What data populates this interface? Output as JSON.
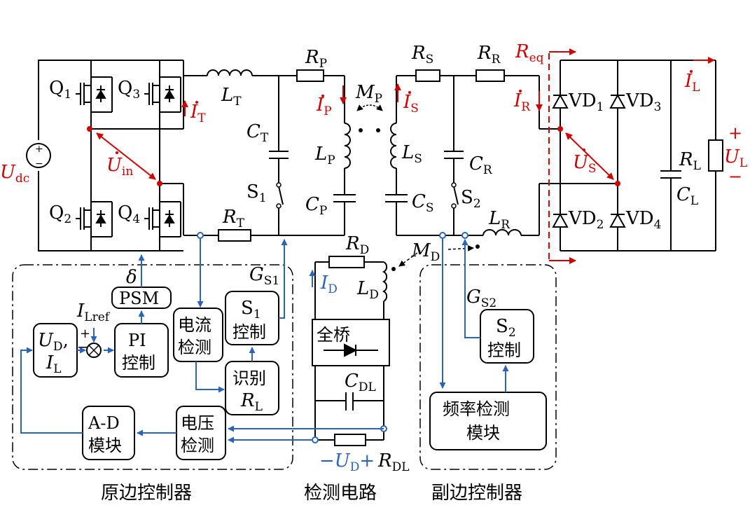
{
  "labels": {
    "udc": "U",
    "udc_sub": "dc",
    "q1": "Q",
    "q1_sub": "1",
    "q2": "Q",
    "q2_sub": "2",
    "q3": "Q",
    "q3_sub": "3",
    "q4": "Q",
    "q4_sub": "4",
    "uin": "U",
    "uin_sub": "in",
    "it": "I",
    "it_sub": "T",
    "lt": "L",
    "lt_sub": "T",
    "ct": "C",
    "ct_sub": "T",
    "s1": "S",
    "s1_sub": "1",
    "rt": "R",
    "rt_sub": "T",
    "rp": "R",
    "rp_sub": "P",
    "ip": "I",
    "ip_sub": "P",
    "lp": "L",
    "lp_sub": "P",
    "cp": "C",
    "cp_sub": "P",
    "mp": "M",
    "mp_sub": "P",
    "rs": "R",
    "rs_sub": "S",
    "is": "I",
    "is_sub": "S",
    "ls": "L",
    "ls_sub": "S",
    "cs": "C",
    "cs_sub": "S",
    "rr": "R",
    "rr_sub": "R",
    "ir": "I",
    "ir_sub": "R",
    "cr": "C",
    "cr_sub": "R",
    "s2": "S",
    "s2_sub": "2",
    "lr": "L",
    "lr_sub": "R",
    "req": "R",
    "req_sub": "eq",
    "il": "I",
    "il_sub": "L",
    "vd1": "VD",
    "vd1_sub": "1",
    "vd2": "VD",
    "vd2_sub": "2",
    "vd3": "VD",
    "vd3_sub": "3",
    "vd4": "VD",
    "vd4_sub": "4",
    "us": "U",
    "us_sub": "S",
    "rl": "R",
    "rl_sub": "L",
    "cl": "C",
    "cl_sub": "L",
    "ul": "U",
    "ul_sub": "L",
    "plus": "+",
    "minus": "−",
    "rd": "R",
    "rd_sub": "D",
    "id": "I",
    "id_sub": "D",
    "ld": "L",
    "ld_sub": "D",
    "md": "M",
    "md_sub": "D",
    "cdl": "C",
    "cdl_sub": "DL",
    "ud": "−U",
    "ud_sub": "D",
    "ud_plus": "+",
    "rdl": "R",
    "rdl_sub": "DL",
    "delta": "δ",
    "psm": "PSM",
    "ilref": "I",
    "ilref_sub": "Lref",
    "ud_il_1": "U",
    "ud_il_1_sub": "D",
    "ud_il_comma": ",",
    "ud_il_2": "I",
    "ud_il_2_sub": "L",
    "pi_1": "PI",
    "pi_2": "控制",
    "cur_1": "电流",
    "cur_2": "检测",
    "s1ctl_1": "S",
    "s1ctl_1_sub": "1",
    "s1ctl_2": "控制",
    "gs1": "G",
    "gs1_sub": "S1",
    "id_rl_1": "识别",
    "id_rl_2": "R",
    "id_rl_2_sub": "L",
    "ad_1": "A-D",
    "ad_2": "模块",
    "volt_1": "电压",
    "volt_2": "检测",
    "bridge": "全桥",
    "gs2": "G",
    "gs2_sub": "S2",
    "s2ctl_1": "S",
    "s2ctl_1_sub": "2",
    "s2ctl_2": "控制",
    "freq_1": "频率检测",
    "freq_2": "模块",
    "cap_primary": "原边控制器",
    "cap_detect": "检测电路",
    "cap_secondary": "副边控制器"
  },
  "colors": {
    "ink": "#000000",
    "signal": "#d10000",
    "control": "#2a64b8"
  }
}
